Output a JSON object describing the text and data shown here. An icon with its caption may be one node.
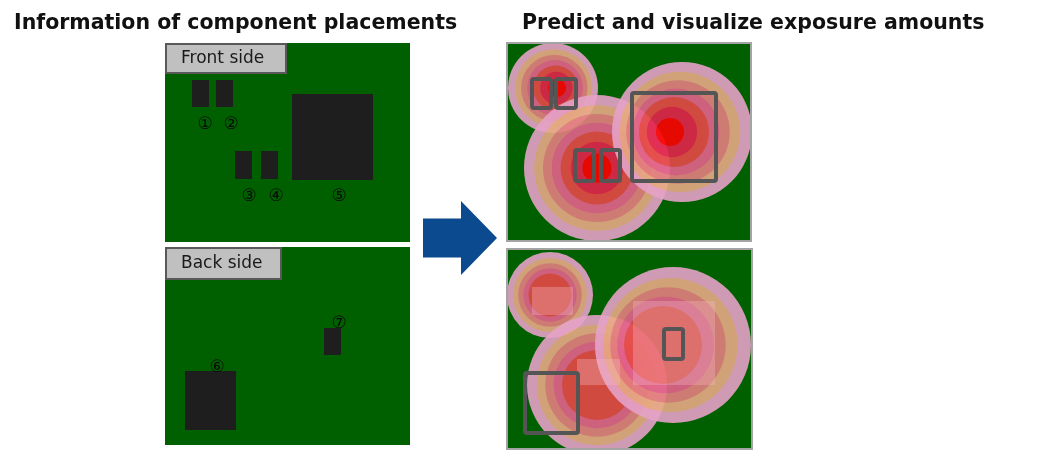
{
  "diagram": {
    "nodes": [
      {
        "text": [
          "Information of component placements"
        ]
      },
      {
        "text": [
          "Front side"
        ],
        "in": 0
      },
      {
        "text": [],
        "shape": "box",
        "beside": [
          "①"
        ],
        "in": 1
      },
      {
        "text": [],
        "shape": "box",
        "beside": [
          "②"
        ],
        "in": 1
      },
      {
        "text": [],
        "shape": "box",
        "beside": [
          "③"
        ],
        "in": 1
      },
      {
        "text": [],
        "shape": "box",
        "beside": [
          "④"
        ],
        "in": 1
      },
      {
        "text": [],
        "shape": "box",
        "beside": [
          "⑤"
        ],
        "in": 1
      },
      {
        "text": [
          "Back side"
        ],
        "in": 0
      },
      {
        "text": [],
        "shape": "box",
        "beside": [
          "⑥"
        ],
        "in": 7
      },
      {
        "text": [],
        "shape": "box",
        "beside": [
          "⑦"
        ],
        "in": 7
      },
      {
        "text": [
          "Predict and visualize exposure amounts"
        ]
      },
      {
        "text": [],
        "shape": "picture",
        "in": 10
      },
      {
        "text": [],
        "shape": "picture",
        "in": 10
      }
    ],
    "edges": [
      {
        "from": 0,
        "to": 10,
        "arrow": "to",
        "style": "thick"
      }
    ]
  }
}
